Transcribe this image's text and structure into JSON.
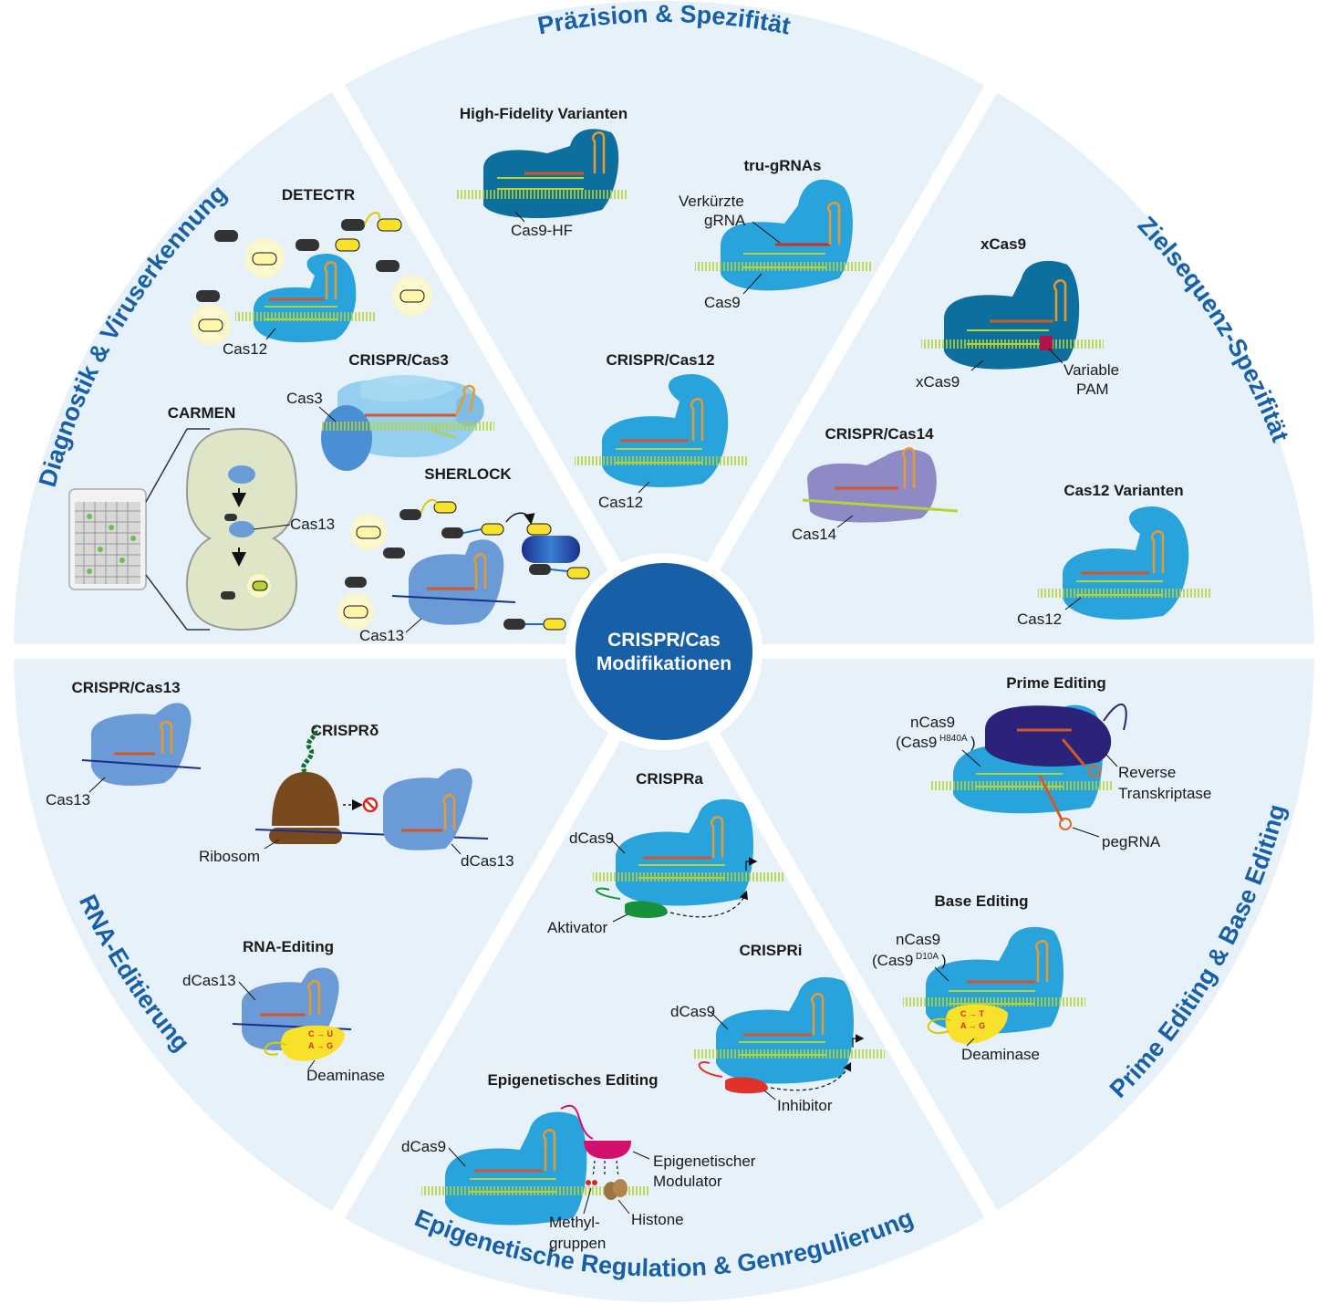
{
  "colors": {
    "wheel_bg": "#e7f1fa",
    "section_title": "#1760a8",
    "center_circle": "#1760a8",
    "cas9_blue": "#29a3dc",
    "cas_dark": "#0d6f9e",
    "cas13_blue": "#6b9bd6",
    "cas14_purple": "#8e8ac6",
    "prime_editor": "#2b2379",
    "deaminase_yellow": "#f7e12a",
    "activator_green": "#17913c",
    "inhibitor_red": "#e0312a",
    "modulator_magenta": "#d4106f",
    "ribosome_brown": "#7a4a1f",
    "grna_orange": "#e89a2e",
    "dna_green": "#b5d334"
  },
  "center": {
    "line1": "CRISPR/Cas",
    "line2": "Modifikationen"
  },
  "sections": {
    "precision": {
      "title": "Präzision & Spezifität",
      "items": {
        "hifi": {
          "title": "High-Fidelity Varianten",
          "label": "Cas9-HF"
        },
        "tru": {
          "title": "tru-gRNAs",
          "note1": "Verkürzte",
          "note2": "gRNA",
          "label": "Cas9"
        },
        "cas12": {
          "title": "CRISPR/Cas12",
          "label": "Cas12"
        }
      }
    },
    "target": {
      "title": "Zielsequenz-Spezifität",
      "items": {
        "xcas9": {
          "title": "xCas9",
          "label": "xCas9",
          "note1": "Variable",
          "note2": "PAM"
        },
        "cas14": {
          "title": "CRISPR/Cas14",
          "label": "Cas14"
        },
        "cas12v": {
          "title": "Cas12 Varianten",
          "label": "Cas12"
        }
      }
    },
    "prime": {
      "title": "Prime Editing & Base Editing",
      "items": {
        "pe": {
          "title": "Prime Editing",
          "label1": "nCas9",
          "label2": "(Cas9",
          "sup": "H840A",
          "close": ")",
          "rt1": "Reverse",
          "rt2": "Transkriptase",
          "peg": "pegRNA"
        },
        "be": {
          "title": "Base Editing",
          "label1": "nCas9",
          "label2": "(Cas9",
          "sup": "D10A",
          "close": ")",
          "edit1": "C → T",
          "edit2": "A → G",
          "deam": "Deaminase"
        }
      }
    },
    "epigen": {
      "title": "Epigenetische Regulation & Genregulierung",
      "items": {
        "crispra": {
          "title": "CRISPRa",
          "label": "dCas9",
          "act": "Aktivator"
        },
        "crispri": {
          "title": "CRISPRi",
          "label": "dCas9",
          "inh": "Inhibitor"
        },
        "epi": {
          "title": "Epigenetisches Editing",
          "label": "dCas9",
          "mod1": "Epigenetischer",
          "mod2": "Modulator",
          "meth1": "Methyl-",
          "meth2": "gruppen",
          "hist": "Histone"
        }
      }
    },
    "rna": {
      "title": "RNA-Editierung",
      "items": {
        "cas13": {
          "title": "CRISPR/Cas13",
          "label": "Cas13"
        },
        "delta": {
          "title": "CRISPRδ",
          "ribo": "Ribosom",
          "label": "dCas13"
        },
        "rnaed": {
          "title": "RNA-Editing",
          "label": "dCas13",
          "edit1": "C → U",
          "edit2": "A → G",
          "deam": "Deaminase"
        }
      }
    },
    "diag": {
      "title": "Diagnostik & Viruserkennung",
      "items": {
        "detectr": {
          "title": "DETECTR",
          "label": "Cas12"
        },
        "cas3": {
          "title": "CRISPR/Cas3",
          "label": "Cas3"
        },
        "carmen": {
          "title": "CARMEN",
          "label": "Cas13"
        },
        "sherlock": {
          "title": "SHERLOCK",
          "label": "Cas13"
        }
      }
    }
  }
}
